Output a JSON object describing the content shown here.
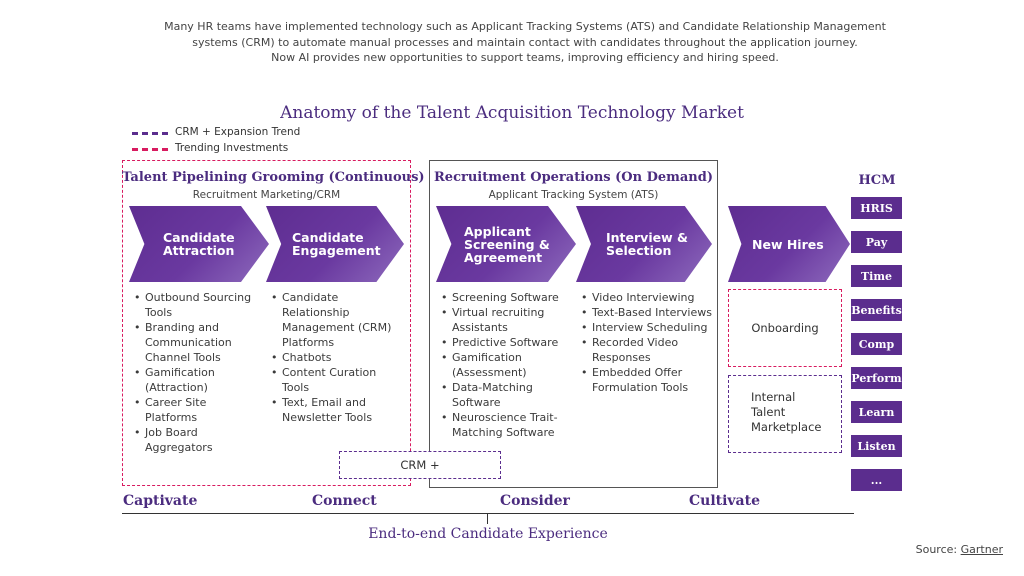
{
  "intro": [
    "Many HR teams have implemented technology such as Applicant Tracking Systems (ATS) and Candidate Relationship Management",
    "systems (CRM) to automate manual processes and maintain contact with candidates throughout the application journey.",
    "Now AI provides new opportunities to support teams, improving efficiency and hiring speed."
  ],
  "title": "Anatomy of the Talent Acquisition Technology Market",
  "legend": [
    {
      "label": "CRM + Expansion Trend",
      "color": "#5b2d8e"
    },
    {
      "label": "Trending Investments",
      "color": "#d81b60"
    }
  ],
  "pipelining": {
    "title": "Talent Pipelining Grooming (Continuous)",
    "subtitle": "Recruitment Marketing/CRM",
    "arrows": [
      "Candidate\nAttraction",
      "Candidate\nEngagement"
    ],
    "lists": [
      [
        "Outbound Sourcing Tools",
        "Branding and Communication Channel Tools",
        "Gamification (Attraction)",
        "Career Site Platforms",
        "Job Board Aggregators"
      ],
      [
        "Candidate Relationship Management (CRM) Platforms",
        "Chatbots",
        "Content Curation Tools",
        "Text, Email and Newsletter Tools"
      ]
    ]
  },
  "operations": {
    "title": "Recruitment Operations (On Demand)",
    "subtitle": "Applicant Tracking System (ATS)",
    "arrows": [
      "Applicant\nScreening &\nAgreement",
      "Interview &\nSelection"
    ],
    "lists": [
      [
        "Screening Software",
        "Virtual recruiting Assistants",
        "Predictive Software",
        "Gamification (Assessment)",
        "Data-Matching Software",
        "Neuroscience Trait-Matching Software"
      ],
      [
        "Video Interviewing",
        "Text-Based Interviews",
        "Interview Scheduling",
        "Recorded Video Responses",
        "Embedded Offer Formulation Tools"
      ]
    ],
    "crm_plus": "CRM +"
  },
  "new_hires": {
    "arrow": "New Hires",
    "onboarding": "Onboarding",
    "marketplace": "Internal\nTalent\nMarketplace"
  },
  "hcm": {
    "title": "HCM",
    "items": [
      "HRIS",
      "Pay",
      "Time",
      "Benefits",
      "Comp",
      "Perform",
      "Learn",
      "Listen",
      "..."
    ]
  },
  "stages": [
    "Captivate",
    "Connect",
    "Consider",
    "Cultivate"
  ],
  "footer": "End-to-end Candidate Experience",
  "source": {
    "label": "Source:",
    "link": "Gartner"
  }
}
